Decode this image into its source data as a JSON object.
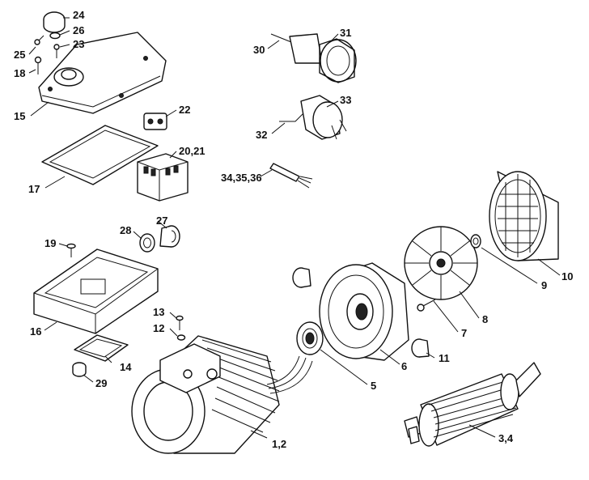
{
  "diagram": {
    "callouts": {
      "c1_2": "1,2",
      "c3_4": "3,4",
      "c5": "5",
      "c6": "6",
      "c7": "7",
      "c8": "8",
      "c9": "9",
      "c10": "10",
      "c11": "11",
      "c12": "12",
      "c13": "13",
      "c14": "14",
      "c15": "15",
      "c16": "16",
      "c17": "17",
      "c18": "18",
      "c19": "19",
      "c20_21": "20,21",
      "c22": "22",
      "c23": "23",
      "c24": "24",
      "c25": "25",
      "c26": "26",
      "c27": "27",
      "c28": "28",
      "c29": "29",
      "c30": "30",
      "c31": "31",
      "c32": "32",
      "c33": "33",
      "c34_35_36": "34,35,36"
    }
  }
}
